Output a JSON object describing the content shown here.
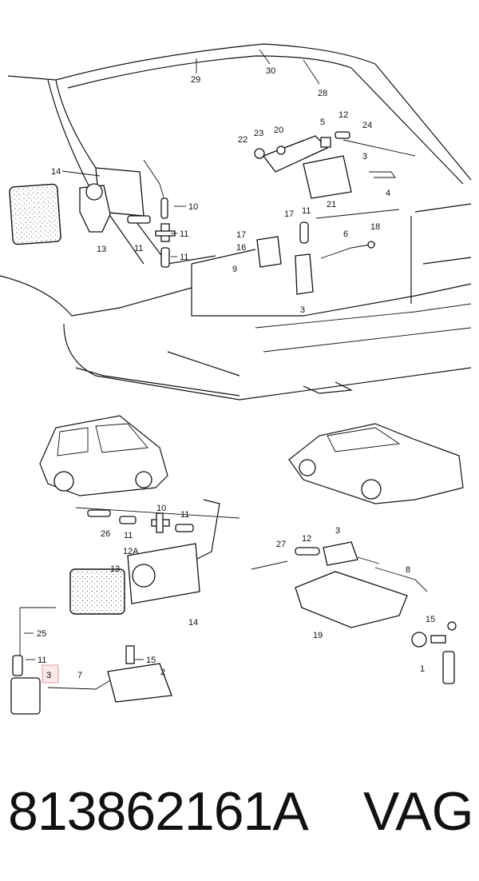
{
  "callouts": {
    "top": [
      "29",
      "30",
      "28",
      "14",
      "22",
      "23",
      "20",
      "5",
      "12",
      "24",
      "3",
      "4",
      "21",
      "11",
      "10",
      "11",
      "13",
      "11",
      "11",
      "17",
      "17",
      "18",
      "6",
      "16",
      "9",
      "3"
    ],
    "lower_left": [
      "26",
      "11",
      "10",
      "11",
      "12A",
      "13",
      "14",
      "25",
      "11",
      "3",
      "7",
      "15",
      "2"
    ],
    "lower_right": [
      "3",
      "12",
      "27",
      "8",
      "19",
      "15",
      "1"
    ]
  },
  "caption": {
    "part_number": "813862161A",
    "brand": "VAG"
  }
}
